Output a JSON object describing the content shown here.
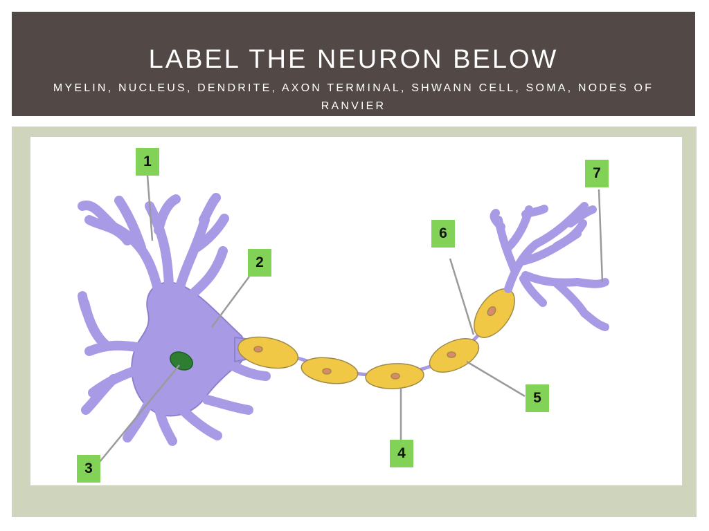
{
  "header": {
    "title": "LABEL THE NEURON BELOW",
    "subtitle": "MYELIN, NUCLEUS, DENDRITE, AXON TERMINAL, SHWANN CELL, SOMA, NODES OF RANVIER"
  },
  "diagram": {
    "labels": [
      "1",
      "2",
      "3",
      "4",
      "5",
      "6",
      "7"
    ]
  },
  "colors": {
    "header_bg": "#524947",
    "frame_bg": "#cfd4bd",
    "neuron": "#a99ae6",
    "myelin": "#f0c846",
    "myelin_outline": "#a08a4a",
    "nucleus": "#2e7d32",
    "schwann_nucleus": "#d98a6a",
    "label_bg": "#82d258",
    "leader_line": "#9a9a9a"
  }
}
